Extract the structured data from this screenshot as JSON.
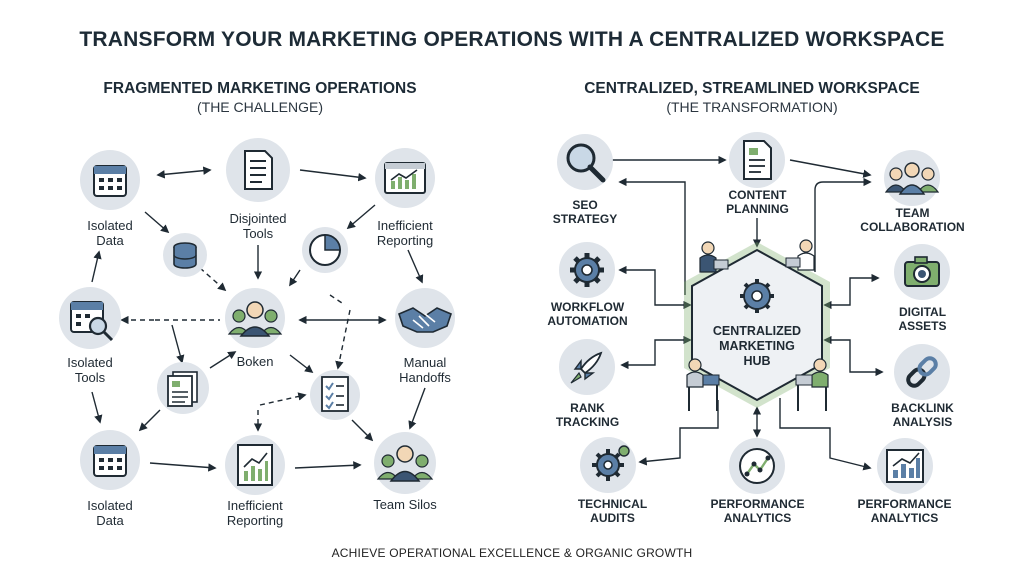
{
  "title": "TRANSFORM YOUR MARKETING OPERATIONS WITH A CENTRALIZED WORKSPACE",
  "left_panel": {
    "title": "FRAGMENTED MARKETING OPERATIONS",
    "subtitle": "(THE CHALLENGE)",
    "nodes": {
      "isolated_data_top": "Isolated\nData",
      "disjointed_tools": "Disjointed\nTools",
      "inefficient_reporting_top": "Inefficient\nReporting",
      "isolated_tools": "Isolated\nTools",
      "center": "Boken",
      "manual_handoffs": "Manual\nHandoffs",
      "isolated_data_bottom": "Isolated\nData",
      "inefficient_reporting_bottom": "Inefficient\nReporting",
      "team_silos": "Team Silos"
    }
  },
  "right_panel": {
    "title": "CENTRALIZED, STREAMLINED WORKSPACE",
    "subtitle": "(THE TRANSFORMATION)",
    "hub": "CENTRALIZED\nMARKETING\nHUB",
    "nodes": {
      "seo_strategy": "SEO\nSTRATEGY",
      "content_planning": "CONTENT\nPLANNING",
      "team_collaboration": "TEAM\nCOLLABORATION",
      "workflow_automation": "WORKFLOW\nAUTOMATION",
      "digital_assets": "DIGITAL\nASSETS",
      "rank_tracking": "RANK\nTRACKING",
      "backlink_analysis": "BACKLINK\nANALYSIS",
      "technical_audits": "TECHNICAL\nAUDITS",
      "performance_analytics_center": "PERFORMANCE\nANALYTICS",
      "performance_analytics_right": "PERFORMANCE\nANALYTICS"
    }
  },
  "footer": "ACHIEVE OPERATIONAL EXCELLENCE & ORGANIC GROWTH",
  "colors": {
    "ink": "#1f2a33",
    "icon_circle": "#dfe4ea",
    "accent_green": "#7fae6e",
    "accent_blue": "#5b7fa6",
    "hub_fill": "#eef1f4"
  }
}
